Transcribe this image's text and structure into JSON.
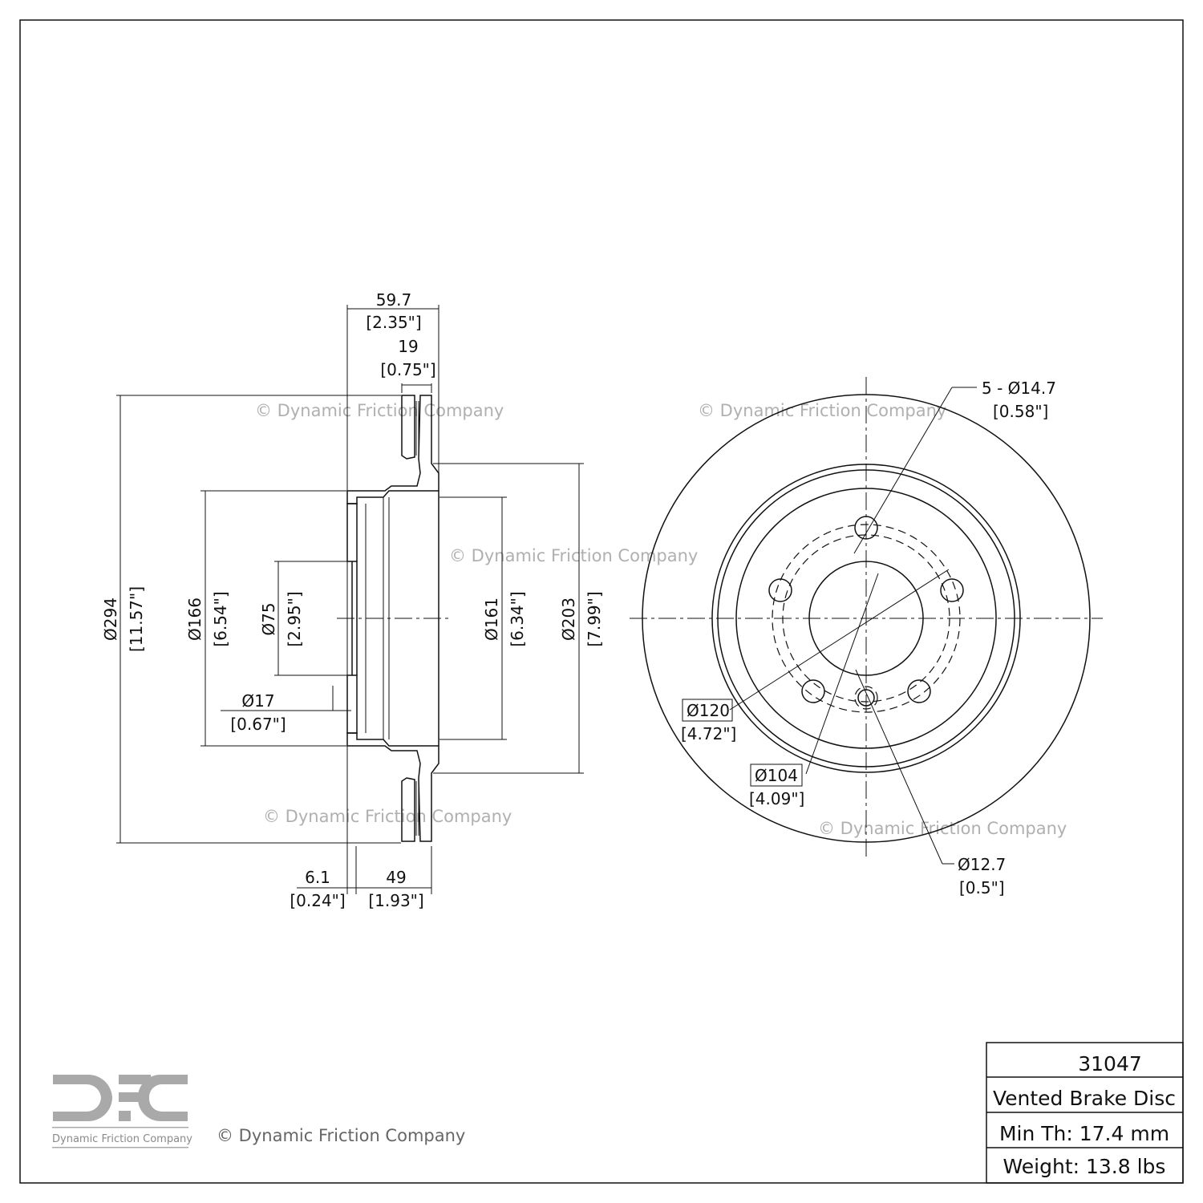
{
  "watermark": "© Dynamic Friction Company",
  "logo": {
    "letters": "DFC",
    "name": "Dynamic Friction Company"
  },
  "side_view": {
    "overall_width": {
      "mm": "59.7",
      "in": "[2.35\"]"
    },
    "rotor_thickness": {
      "mm": "19",
      "in": "[0.75\"]"
    },
    "outer_diameter": {
      "mm": "Ø294",
      "in": "[11.57\"]"
    },
    "hat_diameter": {
      "mm": "Ø166",
      "in": "[6.54\"]"
    },
    "center_bore": {
      "mm": "Ø75",
      "in": "[2.95\"]"
    },
    "pilot_hole": {
      "mm": "Ø17",
      "in": "[0.67\"]"
    },
    "inner_hat": {
      "mm": "Ø161",
      "in": "[6.34\"]"
    },
    "rotor_inner": {
      "mm": "Ø203",
      "in": "[7.99\"]"
    },
    "flange_thickness": {
      "mm": "6.1",
      "in": "[0.24\"]"
    },
    "hat_depth": {
      "mm": "49",
      "in": "[1.93\"]"
    }
  },
  "front_view": {
    "bolt_holes": {
      "mm": "5 - Ø14.7",
      "in": "[0.58\"]"
    },
    "bolt_circle_120": {
      "mm": "Ø120",
      "in": "[4.72\"]"
    },
    "bolt_circle_104": {
      "mm": "Ø104",
      "in": "[4.09\"]"
    },
    "small_hole": {
      "mm": "Ø12.7",
      "in": "[0.5\"]"
    }
  },
  "title_block": {
    "part_number": "31047",
    "type": "Vented Brake Disc",
    "min_thickness": "Min Th: 17.4 mm",
    "weight": "Weight: 13.8 lbs"
  }
}
